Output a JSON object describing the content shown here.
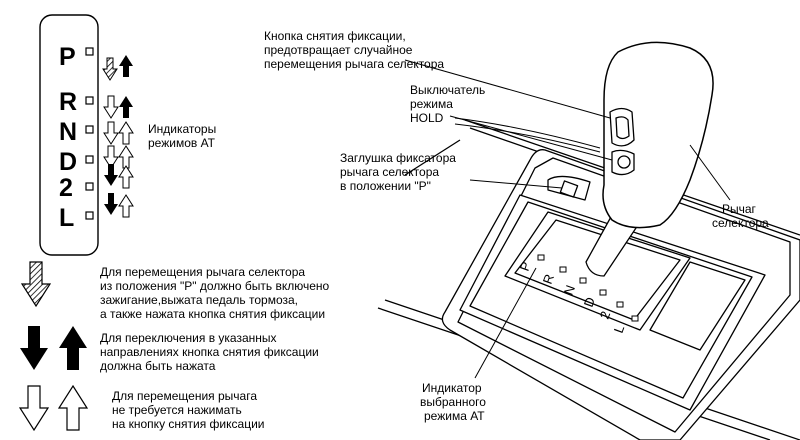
{
  "shift_pattern": {
    "positions": [
      "P",
      "R",
      "N",
      "D",
      "2",
      "L"
    ]
  },
  "labels": {
    "indicators_line1": "Индикаторы",
    "indicators_line2": "режимов АТ",
    "release_button_line1": "Кнопка снятия фиксации,",
    "release_button_line2": "предотвращает случайное",
    "release_button_line3": "перемещения рычага селектора",
    "hold_line1": "Выключатель",
    "hold_line2": "режима",
    "hold_line3": "HOLD",
    "plug_line1": "Заглушка фиксатора",
    "plug_line2": "рычага селектора",
    "plug_line3": "в положении \"P\"",
    "lever_line1": "Рычаг",
    "lever_line2": "селектора",
    "indicator_line1": "Индикатор",
    "indicator_line2": "выбранного",
    "indicator_line3": "режима АТ"
  },
  "legend": {
    "hatched_line1": "Для перемещения рычага селектора",
    "hatched_line2": "из положения \"P\" должно быть включено",
    "hatched_line3": "зажигание,выжата педаль тормоза,",
    "hatched_line4": "а также нажата кнопка снятия фиксации",
    "black_line1": "Для переключения в указанных",
    "black_line2": "направлениях кнопка снятия фиксации",
    "black_line3": "должна быть нажата",
    "white_line1": "Для перемещения рычага",
    "white_line2": "не требуется нажимать",
    "white_line3": "на кнопку снятия фиксации"
  },
  "colors": {
    "ink": "#000000",
    "paper": "#ffffff"
  }
}
